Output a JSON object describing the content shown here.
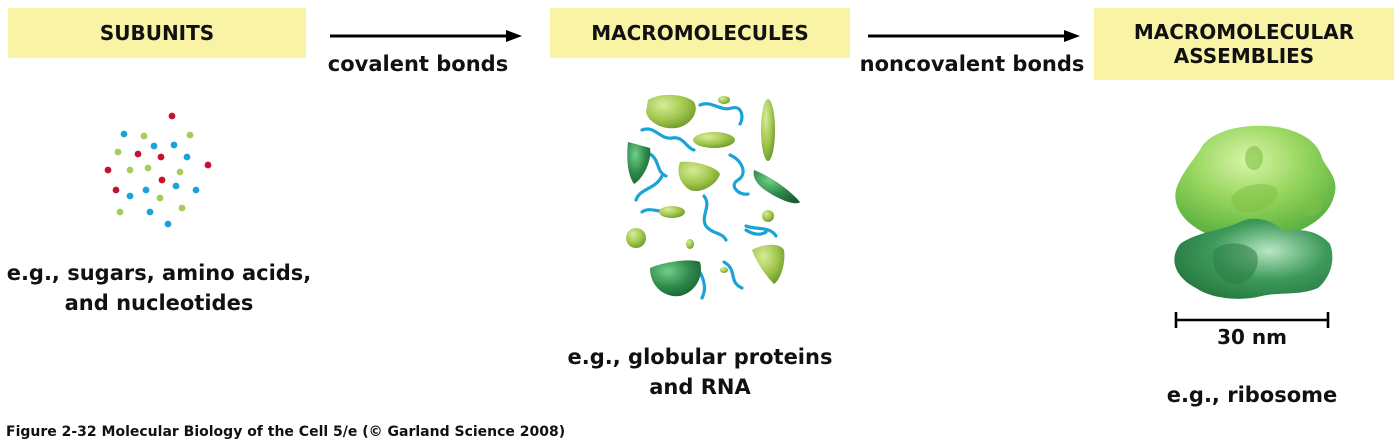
{
  "stages": {
    "subunits": {
      "title": "SUBUNITS",
      "example_line1": "e.g., sugars, amino acids,",
      "example_line2": "and nucleotides"
    },
    "macromolecules": {
      "title": "MACROMOLECULES",
      "example_line1": "e.g., globular proteins",
      "example_line2": "and RNA"
    },
    "assemblies": {
      "title_line1": "MACROMOLECULAR",
      "title_line2": "ASSEMBLIES",
      "example": "e.g., ribosome"
    }
  },
  "arrows": {
    "first": "covalent bonds",
    "second": "noncovalent bonds"
  },
  "scale_bar": {
    "label": "30 nm"
  },
  "figure_caption": "Figure 2-32  Molecular Biology of the Cell 5/e (© Garland Science 2008)",
  "colors": {
    "label_bg": "#f9f3a6",
    "red_dot": "#c4122f",
    "blue_dot": "#1aa3d9",
    "green_dot": "#a6cc5a",
    "protein_light": "#9fc54a",
    "protein_dark": "#2f8a4a",
    "rna_blue": "#1aa3d9"
  }
}
